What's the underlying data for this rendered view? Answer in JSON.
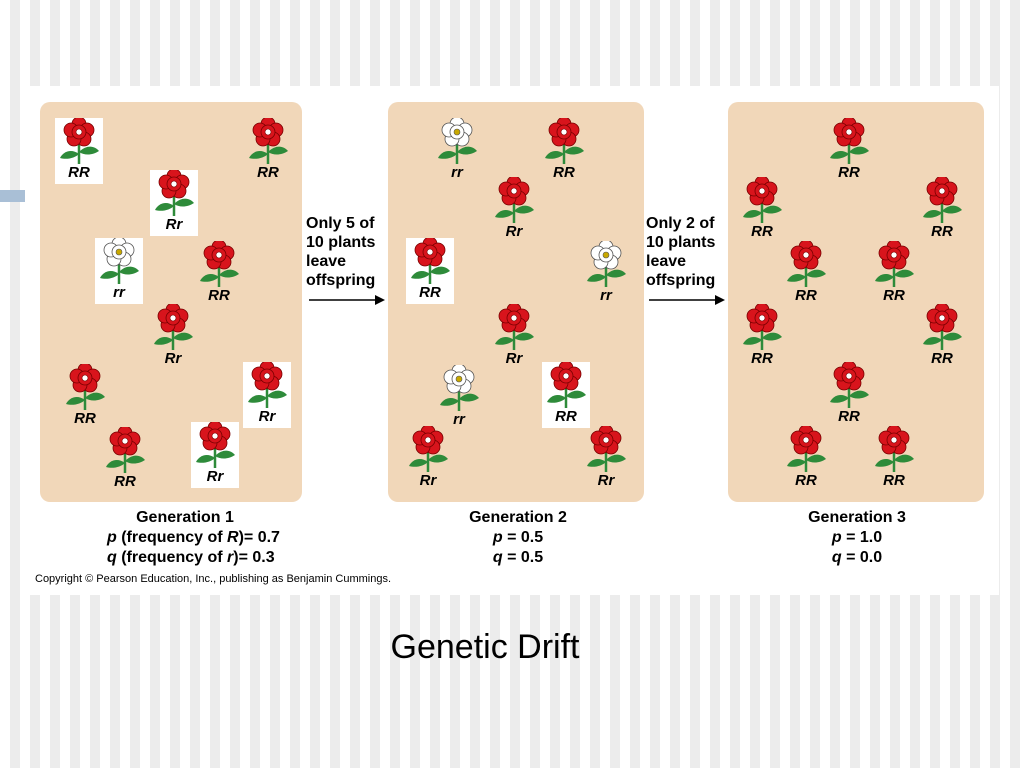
{
  "slide": {
    "title": "Genetic Drift",
    "accent_color": "#a9bfd6"
  },
  "figure": {
    "panel_color": "#f1d7b9",
    "red_flower_color": "#d8141c",
    "white_flower_color": "#ffffff",
    "leaf_color": "#2e8b3a",
    "arrow_1_text": [
      "Only 5 of",
      "10 plants",
      "leave",
      "offspring"
    ],
    "arrow_2_text": [
      "Only 2 of",
      "10 plants",
      "leave",
      "offspring"
    ],
    "copyright": "Copyright © Pearson Education, Inc., publishing as Benjamin Cummings.",
    "generations": [
      {
        "title": "Generation 1",
        "p_line": {
          "var": "p",
          "text": " (frequency of ",
          "allele": "R",
          "value": ")= 0.7"
        },
        "q_line": {
          "var": "q",
          "text": " (frequency of ",
          "allele": "r",
          "value": ")= 0.3"
        },
        "plants": [
          {
            "genotype": "RR",
            "color": "red",
            "boxed": true
          },
          {
            "genotype": "RR",
            "color": "red",
            "boxed": false
          },
          {
            "genotype": "Rr",
            "color": "red",
            "boxed": true
          },
          {
            "genotype": "rr",
            "color": "white",
            "boxed": true
          },
          {
            "genotype": "RR",
            "color": "red",
            "boxed": false
          },
          {
            "genotype": "Rr",
            "color": "red",
            "boxed": false
          },
          {
            "genotype": "RR",
            "color": "red",
            "boxed": false
          },
          {
            "genotype": "Rr",
            "color": "red",
            "boxed": true
          },
          {
            "genotype": "RR",
            "color": "red",
            "boxed": false
          },
          {
            "genotype": "Rr",
            "color": "red",
            "boxed": true
          }
        ]
      },
      {
        "title": "Generation 2",
        "p_line": {
          "var": "p",
          "text": " = 0.5"
        },
        "q_line": {
          "var": "q",
          "text": " = 0.5"
        },
        "plants": [
          {
            "genotype": "rr",
            "color": "white",
            "boxed": false
          },
          {
            "genotype": "RR",
            "color": "red",
            "boxed": false
          },
          {
            "genotype": "Rr",
            "color": "red",
            "boxed": false
          },
          {
            "genotype": "RR",
            "color": "red",
            "boxed": true
          },
          {
            "genotype": "rr",
            "color": "white",
            "boxed": false
          },
          {
            "genotype": "Rr",
            "color": "red",
            "boxed": false
          },
          {
            "genotype": "rr",
            "color": "white",
            "boxed": false
          },
          {
            "genotype": "RR",
            "color": "red",
            "boxed": true
          },
          {
            "genotype": "Rr",
            "color": "red",
            "boxed": false
          },
          {
            "genotype": "Rr",
            "color": "red",
            "boxed": false
          }
        ]
      },
      {
        "title": "Generation 3",
        "p_line": {
          "var": "p",
          "text": " = 1.0"
        },
        "q_line": {
          "var": "q",
          "text": " = 0.0"
        },
        "plants": [
          {
            "genotype": "RR",
            "color": "red",
            "boxed": false
          },
          {
            "genotype": "RR",
            "color": "red",
            "boxed": false
          },
          {
            "genotype": "RR",
            "color": "red",
            "boxed": false
          },
          {
            "genotype": "RR",
            "color": "red",
            "boxed": false
          },
          {
            "genotype": "RR",
            "color": "red",
            "boxed": false
          },
          {
            "genotype": "RR",
            "color": "red",
            "boxed": false
          },
          {
            "genotype": "RR",
            "color": "red",
            "boxed": false
          },
          {
            "genotype": "RR",
            "color": "red",
            "boxed": false
          },
          {
            "genotype": "RR",
            "color": "red",
            "boxed": false
          },
          {
            "genotype": "RR",
            "color": "red",
            "boxed": false
          }
        ]
      }
    ]
  }
}
